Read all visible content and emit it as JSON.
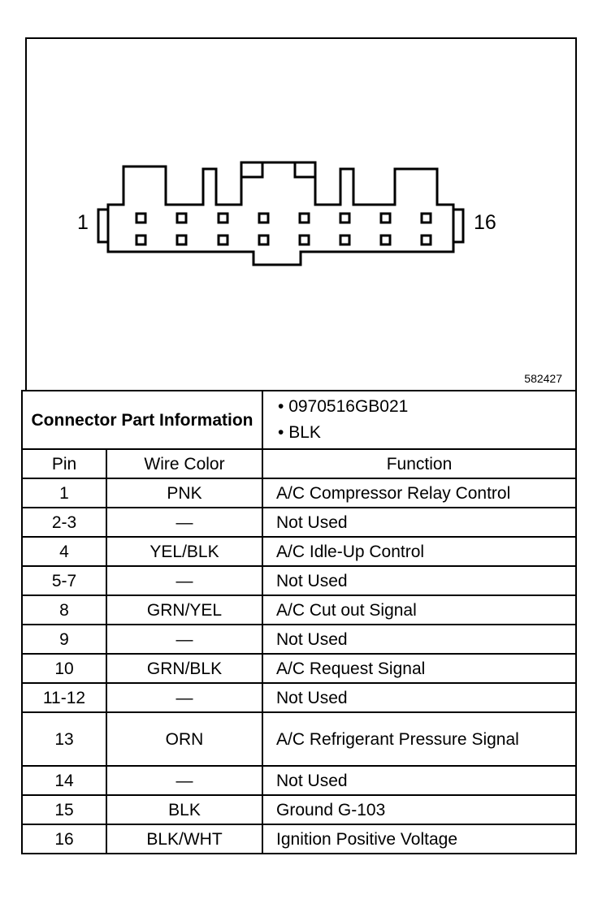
{
  "diagram": {
    "left_pin_label": "1",
    "right_pin_label": "16",
    "reference_number": "582427"
  },
  "connector_info": {
    "label": "Connector Part Information",
    "values": [
      "• 0970516GB021",
      "• BLK"
    ]
  },
  "table": {
    "headers": {
      "pin": "Pin",
      "wire_color": "Wire Color",
      "function": "Function"
    },
    "rows": [
      {
        "pin": "1",
        "wire_color": "PNK",
        "function": "A/C Compressor Relay Control"
      },
      {
        "pin": "2-3",
        "wire_color": "—",
        "function": "Not Used"
      },
      {
        "pin": "4",
        "wire_color": "YEL/BLK",
        "function": "A/C Idle-Up Control"
      },
      {
        "pin": "5-7",
        "wire_color": "—",
        "function": "Not Used"
      },
      {
        "pin": "8",
        "wire_color": "GRN/YEL",
        "function": "A/C Cut out Signal"
      },
      {
        "pin": "9",
        "wire_color": "—",
        "function": "Not Used"
      },
      {
        "pin": "10",
        "wire_color": "GRN/BLK",
        "function": "A/C Request Signal"
      },
      {
        "pin": "11-12",
        "wire_color": "—",
        "function": "Not Used"
      },
      {
        "pin": "13",
        "wire_color": "ORN",
        "function": "A/C Refrigerant Pressure Signal"
      },
      {
        "pin": "14",
        "wire_color": "—",
        "function": "Not Used"
      },
      {
        "pin": "15",
        "wire_color": "BLK",
        "function": "Ground G-103"
      },
      {
        "pin": "16",
        "wire_color": "BLK/WHT",
        "function": "Ignition Positive Voltage"
      }
    ]
  }
}
